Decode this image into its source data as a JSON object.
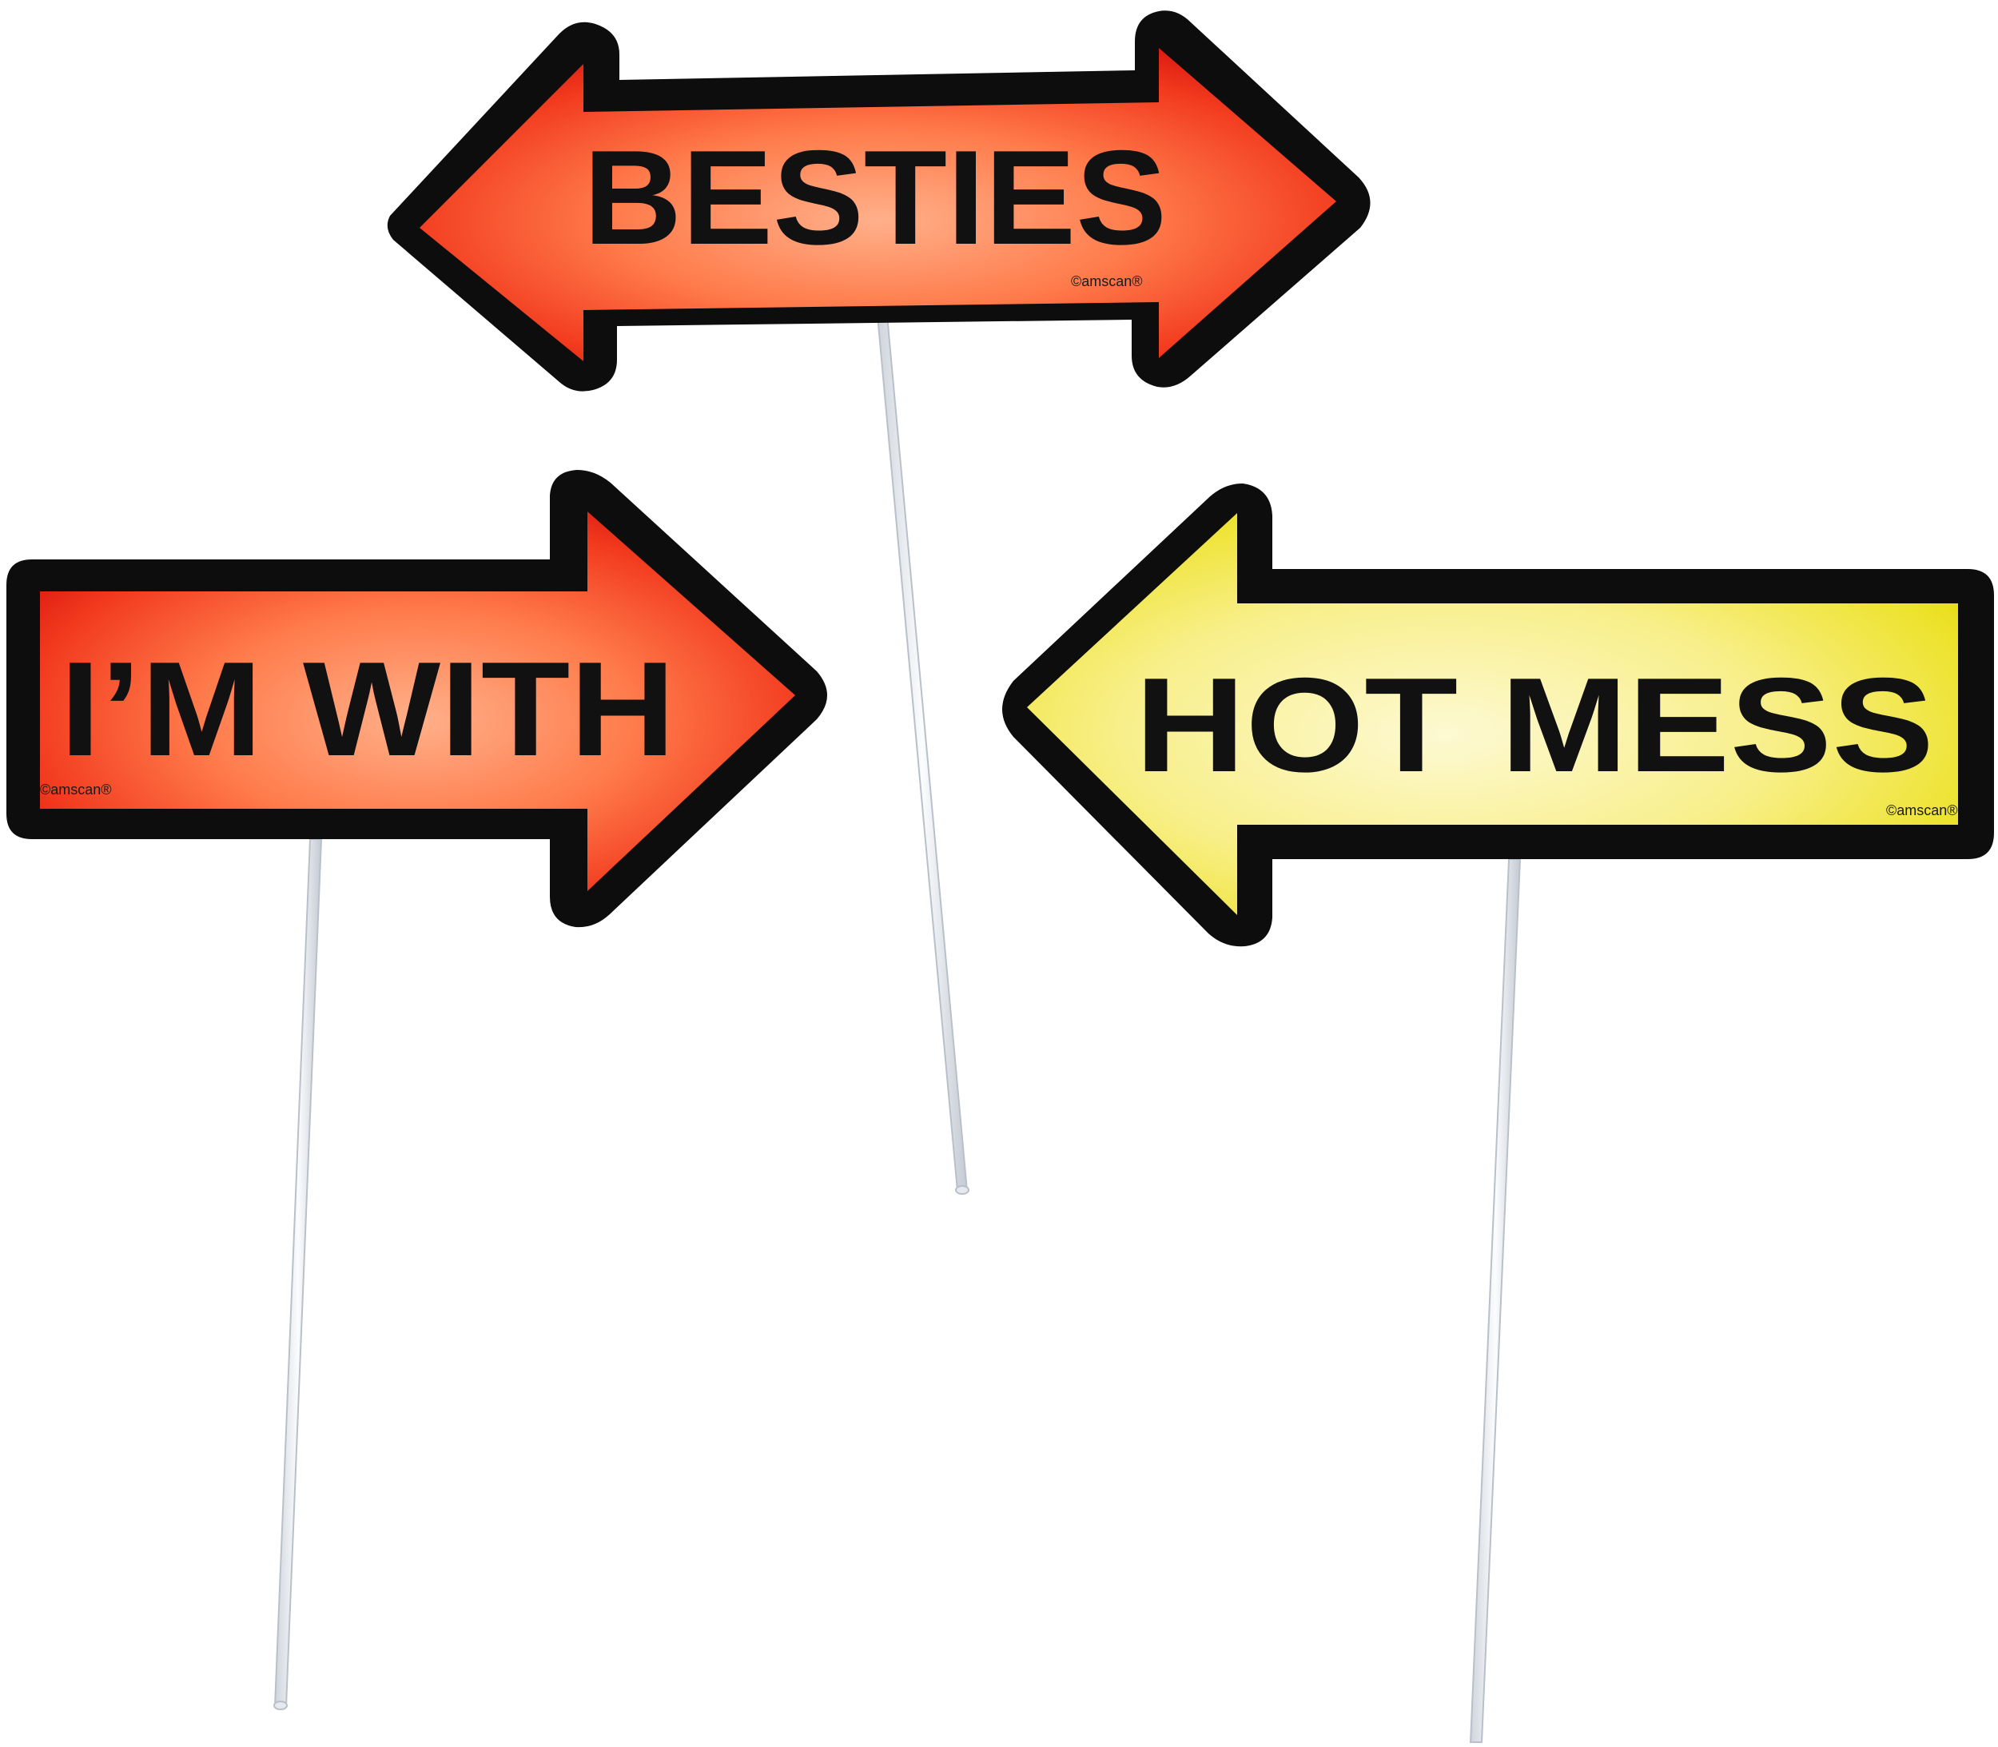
{
  "colors": {
    "background": "#ffffff",
    "outline": "#0d0d0d",
    "red_edge": "#e01a1a",
    "red_center": "#ff8a5c",
    "yellow_edge": "#e8dd10",
    "yellow_center": "#faf5c8",
    "stick": "#f2f4f7",
    "stick_edge": "#c9ced6"
  },
  "signs": [
    {
      "id": "besties",
      "text": "BESTIES",
      "brand": "©amscan®",
      "style": "red",
      "shape": "double-arrow"
    },
    {
      "id": "im-with",
      "text": "I’M WITH",
      "brand": "©amscan®",
      "style": "red",
      "shape": "right-arrow"
    },
    {
      "id": "hot-mess",
      "text": "HOT MESS",
      "brand": "©amscan®",
      "style": "yellow",
      "shape": "left-arrow"
    }
  ]
}
